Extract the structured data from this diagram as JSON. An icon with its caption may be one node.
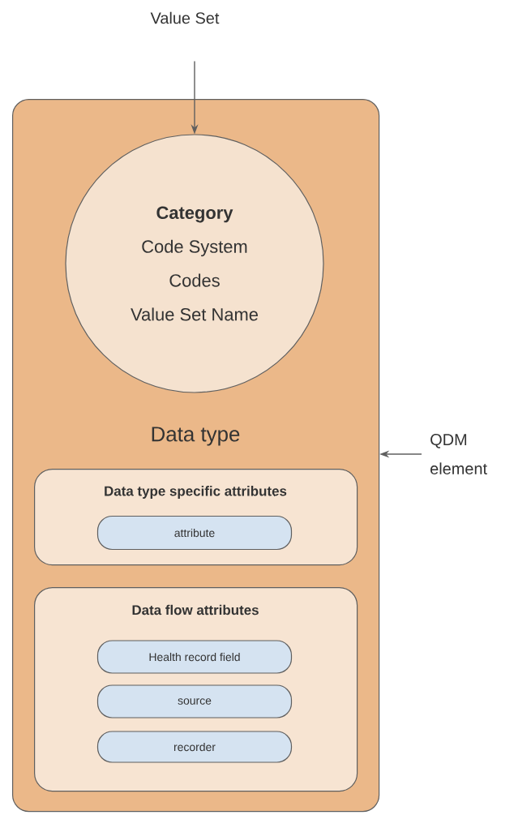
{
  "diagram": {
    "nodes": [
      {
        "text": [
          "Value Set"
        ]
      },
      {
        "text": [
          "Data type"
        ]
      },
      {
        "text": [
          "Category",
          "Code System",
          "Codes",
          "Value Set Name"
        ],
        "in": 1
      },
      {
        "text": [
          "Data type specific attributes"
        ],
        "in": 1
      },
      {
        "text": [
          "attribute"
        ],
        "in": 3
      },
      {
        "text": [
          "Data flow attributes"
        ],
        "in": 1
      },
      {
        "text": [
          "Health record field"
        ],
        "in": 5
      },
      {
        "text": [
          "source"
        ],
        "in": 5
      },
      {
        "text": [
          "recorder"
        ],
        "in": 5
      },
      {
        "text": [
          "QDM element"
        ]
      }
    ],
    "edges": [
      {
        "from": 0,
        "to": 2,
        "arrow": "to"
      },
      {
        "from": 9,
        "to": 1,
        "arrow": "to"
      }
    ]
  }
}
